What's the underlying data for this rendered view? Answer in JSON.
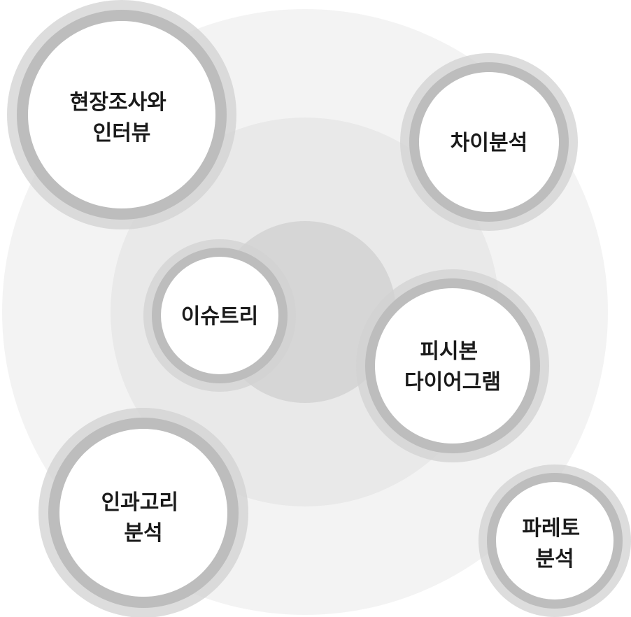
{
  "diagram": {
    "colors": {
      "outer_ring": "#f3f3f3",
      "middle_ring": "#e9e9e9",
      "core": "#d6d6d6",
      "node_halo": "#d2d2d2",
      "node_inner_ring": "#bdbdbd",
      "node_fill": "#ffffff",
      "text": "#1a1a1a"
    },
    "nodes": [
      {
        "id": "field",
        "lines": [
          "현장조사와",
          "인터뷰"
        ]
      },
      {
        "id": "gap",
        "lines": [
          "차이분석"
        ]
      },
      {
        "id": "issue",
        "lines": [
          "이슈트리"
        ]
      },
      {
        "id": "fishbone",
        "lines": [
          "피시본",
          "다이어그램"
        ]
      },
      {
        "id": "causal",
        "lines": [
          "인과고리",
          "분석"
        ]
      },
      {
        "id": "pareto",
        "lines": [
          "파레토",
          "분석"
        ]
      }
    ]
  }
}
